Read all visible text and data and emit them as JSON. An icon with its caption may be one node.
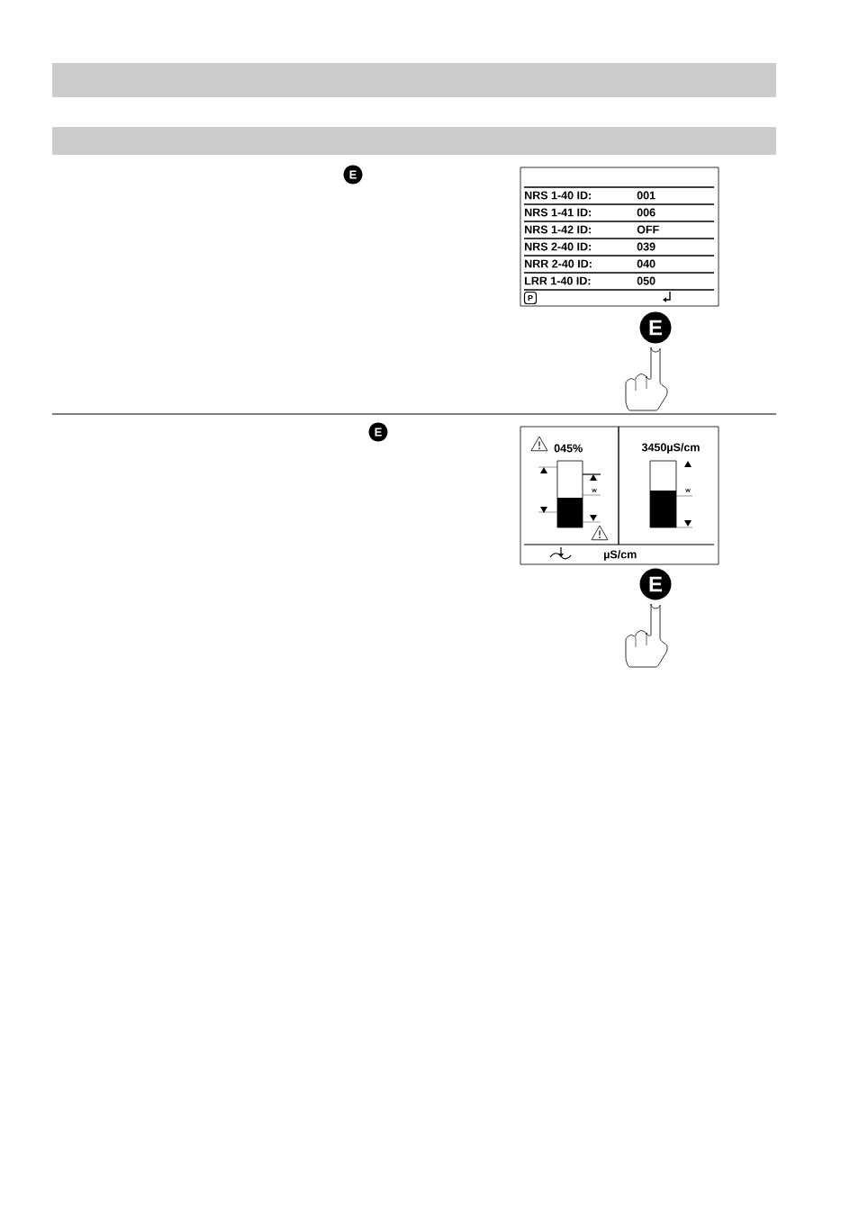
{
  "diagram": {
    "labels": [
      "E",
      "NRS 1-40 ID:",
      "001",
      "NRS 1-41 ID:",
      "006",
      "NRS 1-42 ID:",
      "OFF",
      "NRS 2-40 ID:",
      "039",
      "NRR 2-40 ID:",
      "040",
      "LRR 1-40 ID:",
      "050",
      "P",
      "E",
      "E",
      "045%",
      "3450µS/cm",
      "w",
      "w",
      "µS/cm",
      "E"
    ]
  }
}
